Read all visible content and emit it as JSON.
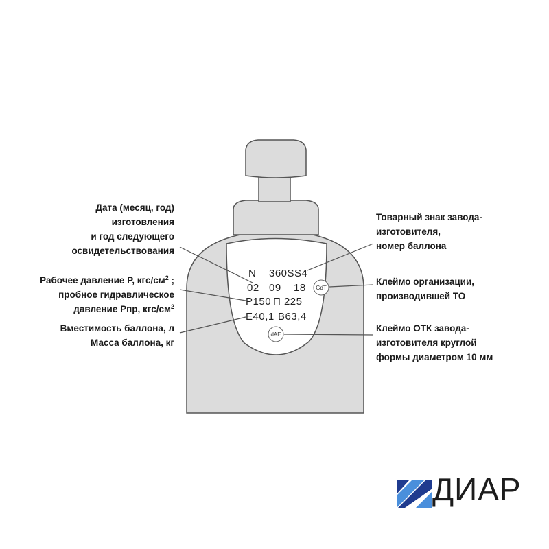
{
  "labels": {
    "date": [
      "Дата (месяц, год)",
      "изготовления",
      "и год следующего",
      "освидетельствования"
    ],
    "pressure": {
      "line1": "Рабочее давление Р, кгс/см",
      "line1_sup": "2",
      "line1_tail": " ;",
      "line2": "пробное гидравлическое",
      "line3": "давление Рпр, кгс/см",
      "line3_sup": "2"
    },
    "capacity": [
      "Вместимость баллона, л",
      "Масса баллона, кг"
    ],
    "trademark": [
      "Товарный знак завода-",
      "изготовителя,",
      "номер баллона"
    ],
    "org_stamp": [
      "Клеймо организации,",
      "производившей ТО"
    ],
    "otk_stamp": [
      "Клеймо ОТК завода-",
      "изготовителя круглой",
      "формы диаметром 10 мм"
    ]
  },
  "stamp": {
    "line1_n": "N",
    "line1_num": "360SS4",
    "line2_month": "02",
    "line2_year": "09",
    "line2_next": "18",
    "line3_p": "Р150",
    "line3_pp": "П 225",
    "line4_e": "Е40,1",
    "line4_b": "В63,4",
    "gdt_badge": "GdT",
    "dae_badge": "dAE"
  },
  "logo": {
    "text": "ДИАР",
    "colors": {
      "dark_blue": "#1f3b8f",
      "light_blue": "#4a8fdc"
    }
  },
  "colors": {
    "cylinder_fill": "#dcdcdc",
    "outline": "#555555",
    "stamp_area": "#ffffff",
    "leader_line": "#555555"
  }
}
